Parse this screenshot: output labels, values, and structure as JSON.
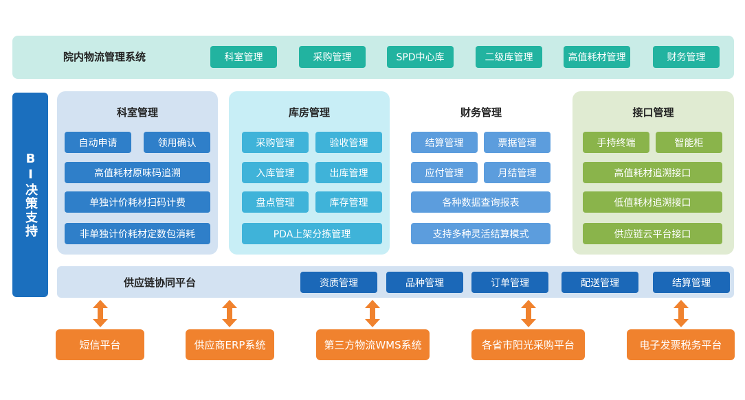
{
  "top": {
    "title": "院内物流管理系统",
    "items": [
      "科室管理",
      "采购管理",
      "SPD中心库",
      "二级库管理",
      "高值耗材管理",
      "财务管理"
    ]
  },
  "bi": {
    "label": "BI决策支持"
  },
  "panels": {
    "keshi": {
      "title": "科室管理",
      "row1": [
        "自动申请",
        "领用确认"
      ],
      "rows": [
        "高值耗材原味码追溯",
        "单独计价耗材扫码计费",
        "非单独计价耗材定数包消耗"
      ]
    },
    "kufang": {
      "title": "库房管理",
      "grid": [
        "采购管理",
        "验收管理",
        "入库管理",
        "出库管理",
        "盘点管理",
        "库存管理"
      ],
      "rows": [
        "PDA上架分拣管理"
      ]
    },
    "caiwu": {
      "title": "财务管理",
      "grid": [
        "结算管理",
        "票据管理",
        "应付管理",
        "月结管理"
      ],
      "rows": [
        "各种数据查询报表",
        "支持多种灵活结算模式"
      ]
    },
    "jiekou": {
      "title": "接口管理",
      "row1": [
        "手持终端",
        "智能柜"
      ],
      "rows": [
        "高值耗材追溯接口",
        "低值耗材追溯接口",
        "供应链云平台接口"
      ]
    }
  },
  "supply": {
    "title": "供应链协同平台",
    "items": [
      "资质管理",
      "品种管理",
      "订单管理",
      "配送管理",
      "结算管理"
    ]
  },
  "external": [
    "短信平台",
    "供应商ERP系统",
    "第三方物流WMS系统",
    "各省市阳光采购平台",
    "电子发票税务平台"
  ],
  "colors": {
    "teal": "#22b3a0",
    "blue": "#2f7fc9",
    "cyan": "#3fb3d9",
    "green": "#8ab44b",
    "orange": "#f0822e",
    "dark_blue": "#1b68b8"
  }
}
